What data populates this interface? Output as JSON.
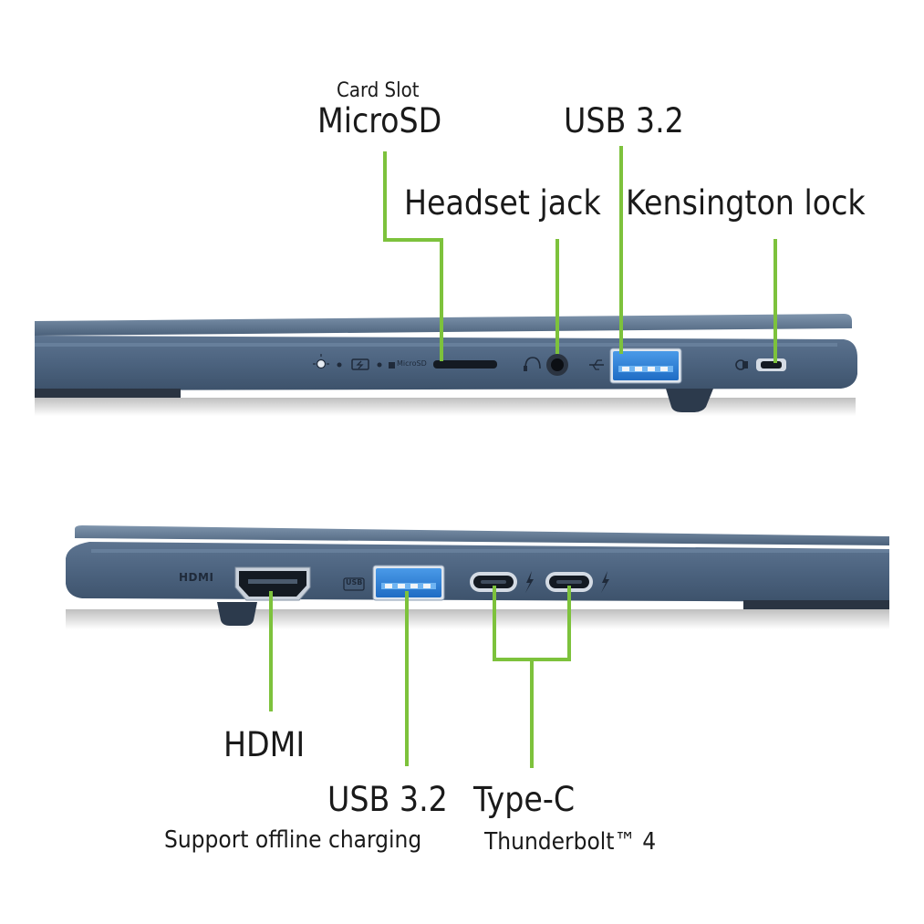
{
  "top_side": {
    "labels": {
      "card_slot_caption": "Card Slot",
      "microsd": "MicroSD",
      "usb": "USB 3.2",
      "headset": "Headset jack",
      "kensington": "Kensington lock"
    },
    "port_markings": {
      "microsd_mark": "MicroSD"
    }
  },
  "bottom_side": {
    "labels": {
      "hdmi": "HDMI",
      "usb": "USB 3.2",
      "usb_note": "Support offline charging",
      "typec": "Type-C",
      "typec_note": "Thunderbolt™ 4"
    },
    "port_markings": {
      "hdmi_mark": "HDMI",
      "usb_mark": "USB"
    }
  },
  "colors": {
    "callout_line": "#7dc23c",
    "chassis": "#4d6480",
    "usb_port": "#2f7fd6"
  }
}
